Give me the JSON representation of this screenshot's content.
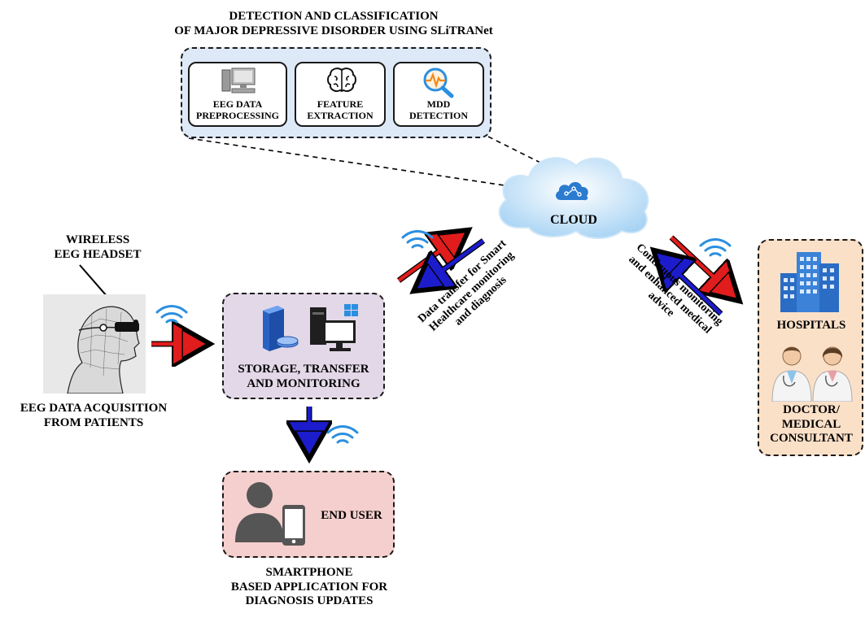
{
  "title": {
    "line1": "DETECTION AND CLASSIFICATION",
    "line2": "OF MAJOR DEPRESSIVE DISORDER USING SLiTRANet"
  },
  "modules": [
    {
      "icon": "computer-icon",
      "line1": "EEG DATA",
      "line2": "PREPROCESSING"
    },
    {
      "icon": "brain-icon",
      "line1": "FEATURE",
      "line2": "EXTRACTION"
    },
    {
      "icon": "magnifier-heartbeat-icon",
      "line1": "MDD",
      "line2": "DETECTION"
    }
  ],
  "cloud": {
    "label": "CLOUD",
    "icon": "cloud-network-icon"
  },
  "headset": {
    "line1": "WIRELESS",
    "line2": "EEG HEADSET",
    "icon": "eeg-head-icon"
  },
  "acquisition": {
    "line1": "EEG DATA ACQUISITION",
    "line2": "FROM PATIENTS"
  },
  "storage": {
    "line1": "STORAGE, TRANSFER",
    "line2": "AND MONITORING",
    "icons": [
      "server-icon",
      "desktop-computer-icon"
    ]
  },
  "end_user": {
    "label": "END USER",
    "icons": [
      "person-icon",
      "smartphone-icon"
    ]
  },
  "smartphone_caption": {
    "line1": "SMARTPHONE",
    "line2": "BASED APPLICATION FOR",
    "line3": "DIAGNOSIS UPDATES"
  },
  "transfer_text": {
    "line1": "Data transfer for Smart",
    "line2": "Healthcare monitoring",
    "line3": "and diagnosis"
  },
  "monitoring_text": {
    "line1": "Continuous monitoring",
    "line2": "and enhanced medical",
    "line3": "advice"
  },
  "hospitals": {
    "label": "HOSPITALS",
    "icon": "hospital-building-icon"
  },
  "doctor": {
    "line1": "DOCTOR/",
    "line2": "MEDICAL",
    "line3": "CONSULTANT",
    "icon": "doctors-icon"
  },
  "colors": {
    "title_box_bg": "#dde9f7",
    "storage_box_bg": "#e3d8e8",
    "end_user_box_bg": "#f5cfcd",
    "doctor_box_bg": "#fbe0c8",
    "arrow_red": "#e01c1c",
    "arrow_blue": "#1c1ccc",
    "wifi_blue": "#2b8fe0",
    "cloud_blue": "#b9dcf7"
  }
}
